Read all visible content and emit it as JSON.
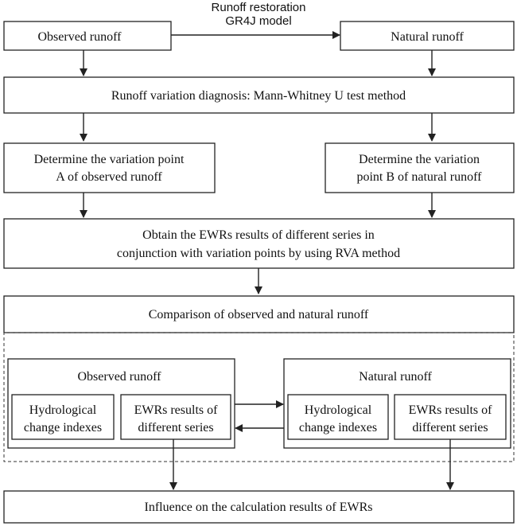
{
  "top_label": {
    "line1": "Runoff restoration",
    "line2": "GR4J model"
  },
  "boxes": {
    "observed_runoff": "Observed runoff",
    "natural_runoff": "Natural runoff",
    "diagnosis": "Runoff variation diagnosis: Mann-Whitney U test method",
    "point_a": {
      "line1": "Determine the variation point",
      "line2": "A of observed runoff"
    },
    "point_b": {
      "line1": "Determine the variation",
      "line2": "point B of natural runoff"
    },
    "ewr_results": {
      "line1": "Obtain the EWRs results of different series in",
      "line2": "conjunction with variation points by using RVA method"
    },
    "comparison": "Comparison of observed and natural runoff",
    "group_observed": {
      "title": "Observed runoff",
      "hydro": {
        "line1": "Hydrological",
        "line2": "change indexes"
      },
      "ewrs": {
        "line1": "EWRs results of",
        "line2": "different series"
      }
    },
    "group_natural": {
      "title": "Natural runoff",
      "hydro": {
        "line1": "Hydrological",
        "line2": "change indexes"
      },
      "ewrs": {
        "line1": "EWRs results of",
        "line2": "different series"
      }
    },
    "influence": "Influence on the calculation results of EWRs"
  }
}
